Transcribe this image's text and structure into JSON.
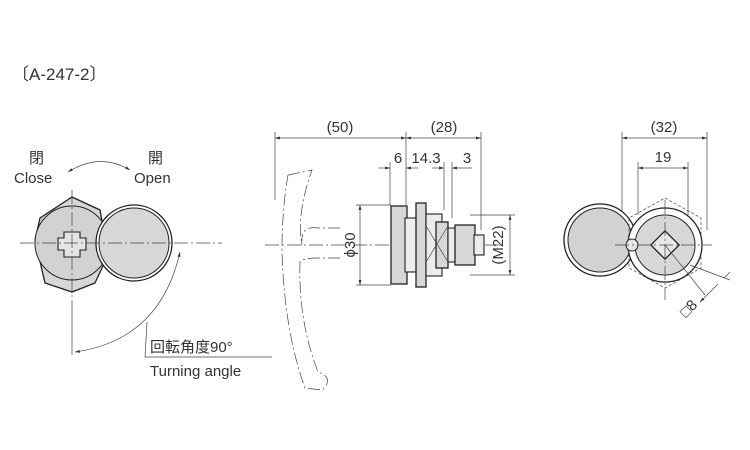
{
  "title": "〔A-247-2〕",
  "front_view": {
    "close_jp": "閉",
    "close_en": "Close",
    "open_jp": "開",
    "open_en": "Open",
    "angle_jp": "回転角度90°",
    "angle_en": "Turning angle"
  },
  "side_view": {
    "dim_handle": "(50)",
    "dim_body": "(28)",
    "dim_6": "6",
    "dim_14_3": "14.3",
    "dim_3": "3",
    "dim_dia": "ϕ30",
    "dim_thread": "(M22)"
  },
  "rear_view": {
    "dim_width": "(32)",
    "dim_hex": "19",
    "dim_square": "□8"
  }
}
